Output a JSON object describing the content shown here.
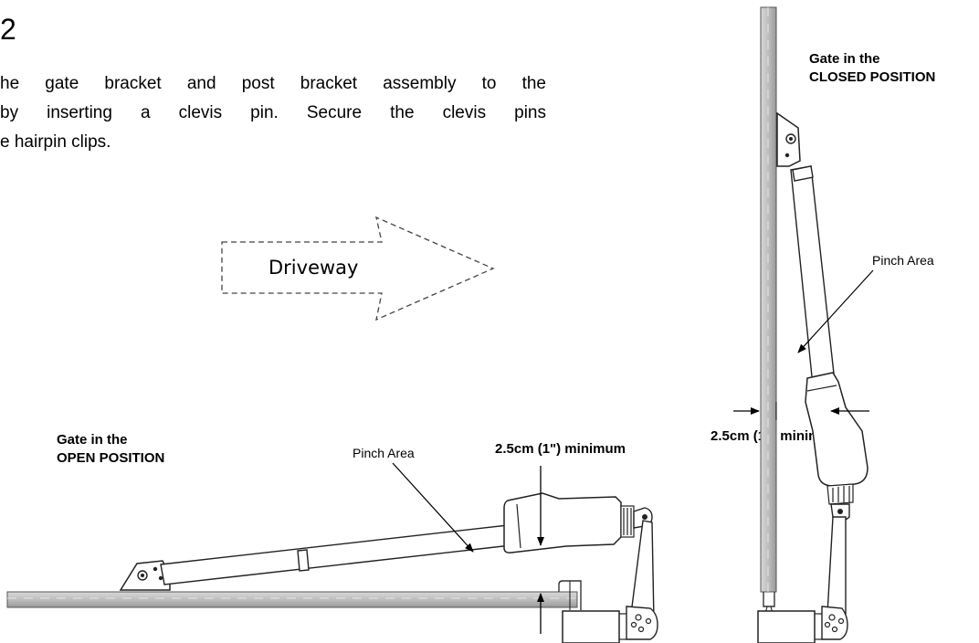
{
  "step_number": "2",
  "instructions": {
    "line1": "he gate bracket and post bracket assembly to the",
    "line2": "by inserting a clevis pin. Secure the clevis pins",
    "line3": "e hairpin clips."
  },
  "driveway_label": "Driveway",
  "open_position": {
    "title_line1": "Gate in the",
    "title_line2": "OPEN POSITION",
    "pinch_label": "Pinch Area",
    "clearance_label": "2.5cm (1\")  minimum"
  },
  "closed_position": {
    "title_line1": "Gate in the",
    "title_line2": "CLOSED POSITION",
    "pinch_label": "Pinch Area",
    "clearance_label": "2.5cm (1\")  minimum"
  }
}
